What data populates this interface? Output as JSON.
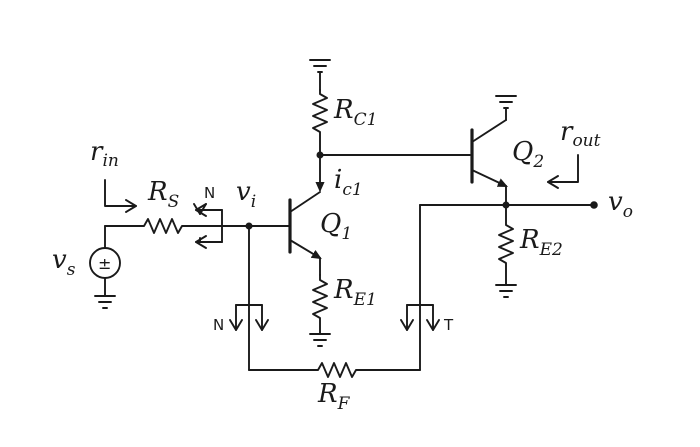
{
  "labels": {
    "rc1": {
      "main": "R",
      "sub": "C1"
    },
    "ic1": {
      "main": "i",
      "sub": "c1"
    },
    "q1": {
      "main": "Q",
      "sub": "1"
    },
    "q2": {
      "main": "Q",
      "sub": "2"
    },
    "re1": {
      "main": "R",
      "sub": "E1"
    },
    "re2": {
      "main": "R",
      "sub": "E2"
    },
    "rs": {
      "main": "R",
      "sub": "S"
    },
    "rf": {
      "main": "R",
      "sub": "F"
    },
    "vs": {
      "main": "v",
      "sub": "s"
    },
    "vi": {
      "main": "v",
      "sub": "i"
    },
    "vo": {
      "main": "v",
      "sub": "o"
    },
    "rin": {
      "main": "r",
      "sub": "in"
    },
    "rout": {
      "main": "r",
      "sub": "out"
    },
    "n_top": "N",
    "n_bottom": "N",
    "t": "T",
    "source_sign": "±"
  }
}
